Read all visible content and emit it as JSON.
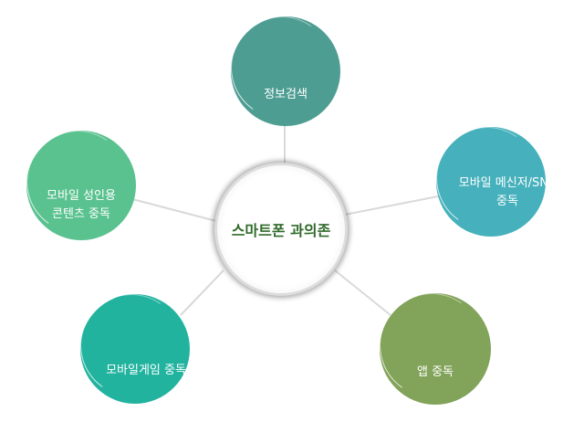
{
  "diagram": {
    "center": {
      "label": "스마트폰 과의존"
    },
    "nodes": [
      {
        "id": "info-search",
        "lines": [
          "정보검색"
        ],
        "color": "#4e9d92"
      },
      {
        "id": "messenger-sns",
        "lines": [
          "모바일 메신저/SNS",
          "중독"
        ],
        "color": "#46b1bc"
      },
      {
        "id": "app",
        "lines": [
          "앱 중독"
        ],
        "color": "#82a35a"
      },
      {
        "id": "game",
        "lines": [
          "모바일게임 중독"
        ],
        "color": "#22b39f"
      },
      {
        "id": "adult-content",
        "lines": [
          "모바일 성인용",
          "콘텐츠 중독"
        ],
        "color": "#5ac28f"
      }
    ],
    "connector_color": "#d9d9d9"
  }
}
